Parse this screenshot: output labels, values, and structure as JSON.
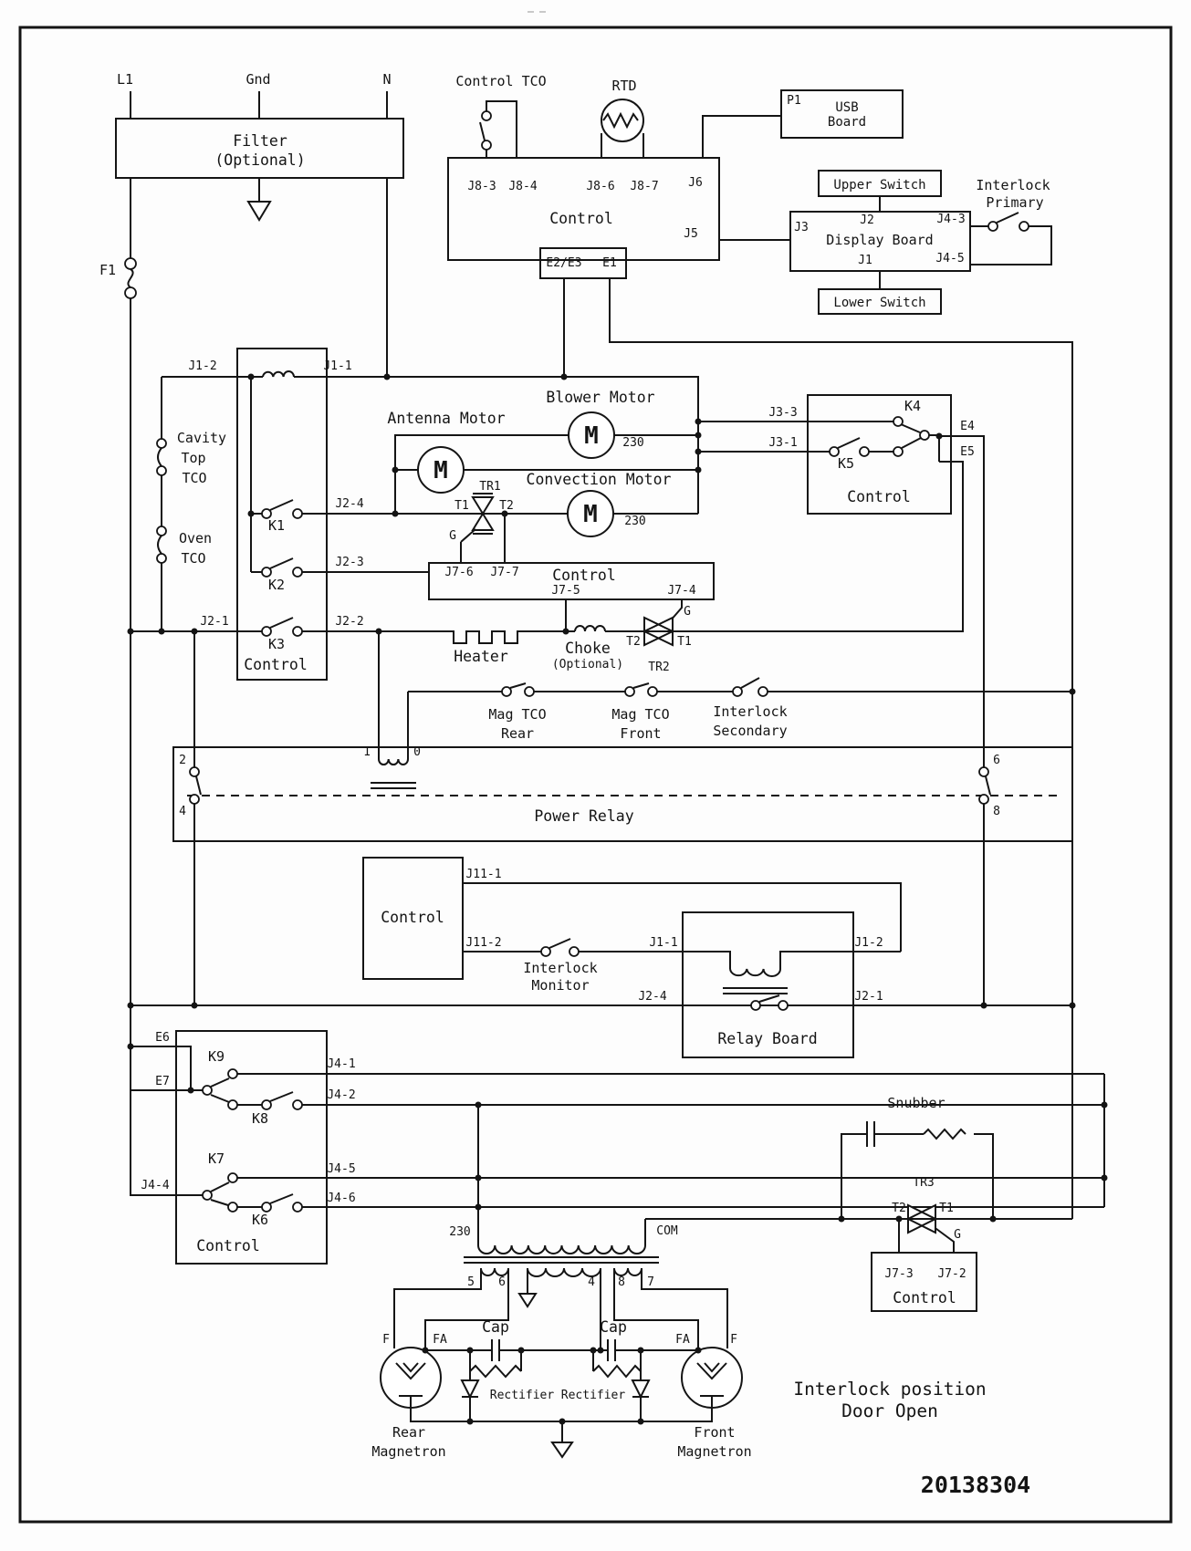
{
  "doc": {
    "part_number": "20138304",
    "footer_line1": "Interlock position",
    "footer_line2": "Door Open"
  },
  "power_input": {
    "l1": "L1",
    "gnd": "Gnd",
    "n": "N",
    "filter_line1": "Filter",
    "filter_line2": "(Optional)",
    "fuse": "F1"
  },
  "control_board": {
    "title": "Control",
    "control_tco": "Control TCO",
    "rtd": "RTD",
    "j8_3": "J8-3",
    "j8_4": "J8-4",
    "j8_6": "J8-6",
    "j8_7": "J8-7",
    "j6": "J6",
    "j5": "J5",
    "e2_e3": "E2/E3",
    "e1": "E1"
  },
  "usb_board": {
    "p1": "P1",
    "name_line1": "USB",
    "name_line2": "Board"
  },
  "display_board": {
    "title": "Display Board",
    "upper_switch": "Upper Switch",
    "lower_switch": "Lower Switch",
    "j2": "J2",
    "j3": "J3",
    "j1": "J1",
    "j4_3": "J4-3",
    "j4_5": "J4-5"
  },
  "interlock_primary": {
    "line1": "Interlock",
    "line2": "Primary"
  },
  "tco": {
    "cavity_line1": "Cavity",
    "cavity_line2": "Top",
    "cavity_line3": "TCO",
    "oven_line1": "Oven",
    "oven_line2": "TCO"
  },
  "oven_relay_board": {
    "title": "Control",
    "j1_2": "J1-2",
    "j1_1": "J1-1",
    "j2_4": "J2-4",
    "j2_3": "J2-3",
    "j2_1": "J2-1",
    "j2_2": "J2-2",
    "k1": "K1",
    "k2": "K2",
    "k3": "K3"
  },
  "motors": {
    "antenna": "Antenna Motor",
    "blower": "Blower Motor",
    "convection": "Convection Motor",
    "antenna_m": "M",
    "blower_m": "M",
    "convection_m": "M",
    "blower_230": "230",
    "convection_230": "230"
  },
  "k45_board": {
    "title": "Control",
    "k4": "K4",
    "k5": "K5",
    "j3_3": "J3-3",
    "j3_1": "J3-1",
    "e4": "E4",
    "e5": "E5"
  },
  "tr1": {
    "name": "TR1",
    "t1": "T1",
    "t2": "T2",
    "g": "G"
  },
  "mid_control": {
    "title": "Control",
    "j7_6": "J7-6",
    "j7_7": "J7-7",
    "j7_5": "J7-5",
    "j7_4": "J7-4"
  },
  "heater": {
    "label": "Heater"
  },
  "choke": {
    "line1": "Choke",
    "line2": "(Optional)"
  },
  "tr2": {
    "name": "TR2",
    "t2": "T2",
    "t1": "T1",
    "g": "G"
  },
  "safety_switches": {
    "mag_rear_line1": "Mag TCO",
    "mag_rear_line2": "Rear",
    "mag_front_line1": "Mag TCO",
    "mag_front_line2": "Front",
    "interlock_sec_line1": "Interlock",
    "interlock_sec_line2": "Secondary"
  },
  "power_relay": {
    "title": "Power Relay",
    "pin2": "2",
    "pin4": "4",
    "pin1": "1",
    "pin0": "0",
    "pin6": "6",
    "pin8": "8"
  },
  "j11_control": {
    "title": "Control",
    "j11_1": "J11-1",
    "j11_2": "J11-2"
  },
  "interlock_monitor": {
    "line1": "Interlock",
    "line2": "Monitor"
  },
  "relay_board": {
    "title": "Relay Board",
    "j1_1": "J1-1",
    "j1_2": "J1-2",
    "j2_4": "J2-4",
    "j2_1": "J2-1"
  },
  "lower_relay_board": {
    "title": "Control",
    "e6": "E6",
    "e7": "E7",
    "k9": "K9",
    "k8": "K8",
    "k7": "K7",
    "k6": "K6",
    "j4_1": "J4-1",
    "j4_2": "J4-2",
    "j4_5": "J4-5",
    "j4_6": "J4-6",
    "j4_4": "J4-4"
  },
  "transformer": {
    "primary_230": "230",
    "com": "COM",
    "pin5": "5",
    "pin6": "6",
    "pin4": "4",
    "pin8": "8",
    "pin7": "7"
  },
  "hv_circuit": {
    "cap_rear": "Cap",
    "cap_front": "Cap",
    "rectifier_rear": "Rectifier",
    "rectifier_front": "Rectifier",
    "f_rear": "F",
    "fa_rear": "FA",
    "fa_front": "FA",
    "f_front": "F",
    "rear_line1": "Rear",
    "rear_line2": "Magnetron",
    "front_line1": "Front",
    "front_line2": "Magnetron"
  },
  "snubber": {
    "label": "Snubber"
  },
  "tr3": {
    "name": "TR3",
    "t2": "T2",
    "t1": "T1",
    "g": "G"
  },
  "tr3_control": {
    "title": "Control",
    "j7_3": "J7-3",
    "j7_2": "J7-2"
  }
}
